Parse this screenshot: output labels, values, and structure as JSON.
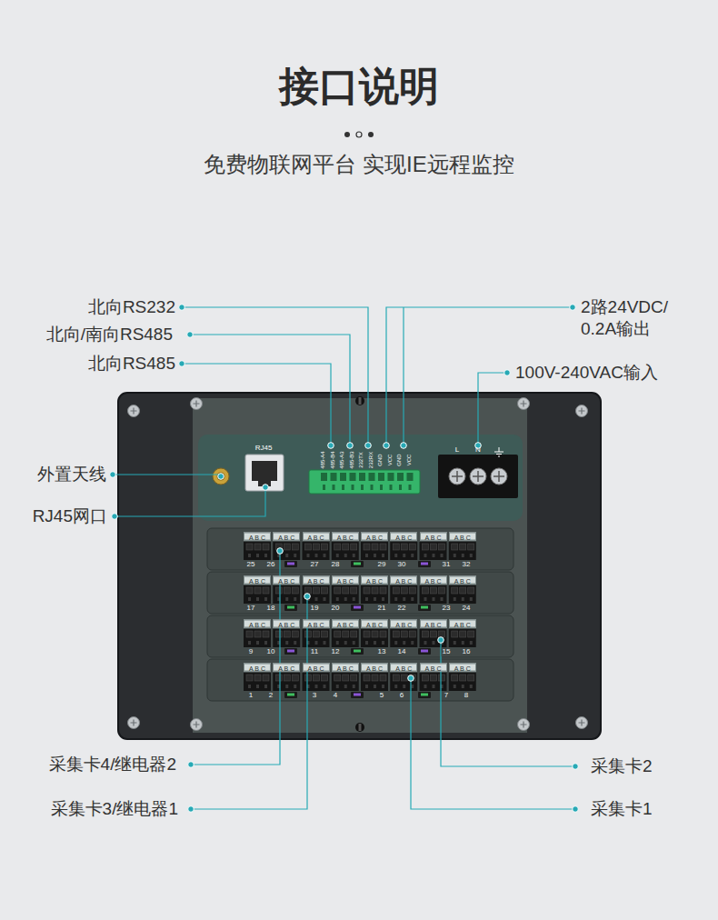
{
  "diagram": {
    "title": "接口说明",
    "caption": "免费物联网平台 实现IE远程监控",
    "labels": [
      "北向RS232",
      "北向/南向RS485",
      "北向RS485",
      "2路24VDC/ 0.2A输出",
      "100V-240VAC输入",
      "外置天线",
      "RJ45网口",
      "采集卡4/继电器2",
      "采集卡3/继电器1",
      "采集卡2",
      "采集卡1",
      "RJ45",
      "485-A4",
      "485-B4",
      "485-A3",
      "485-B3",
      "232TX",
      "232RX",
      "GND",
      "VCC",
      "GND",
      "VCC",
      "L",
      "N",
      "A B C",
      "A B C",
      "A B C",
      "A B C",
      "A B C",
      "A B C",
      "A B C",
      "A B C",
      "25",
      "26",
      "27",
      "28",
      "29",
      "30",
      "31",
      "32",
      "A B C",
      "A B C",
      "A B C",
      "A B C",
      "A B C",
      "A B C",
      "A B C",
      "A B C",
      "17",
      "18",
      "19",
      "20",
      "21",
      "22",
      "23",
      "24",
      "A B C",
      "A B C",
      "A B C",
      "A B C",
      "A B C",
      "A B C",
      "A B C",
      "A B C",
      "9",
      "10",
      "11",
      "12",
      "13",
      "14",
      "15",
      "16",
      "A B C",
      "A B C",
      "A B C",
      "A B C",
      "A B C",
      "A B C",
      "A B C",
      "A B C",
      "1",
      "2",
      "3",
      "4",
      "5",
      "6",
      "7",
      "8"
    ]
  }
}
